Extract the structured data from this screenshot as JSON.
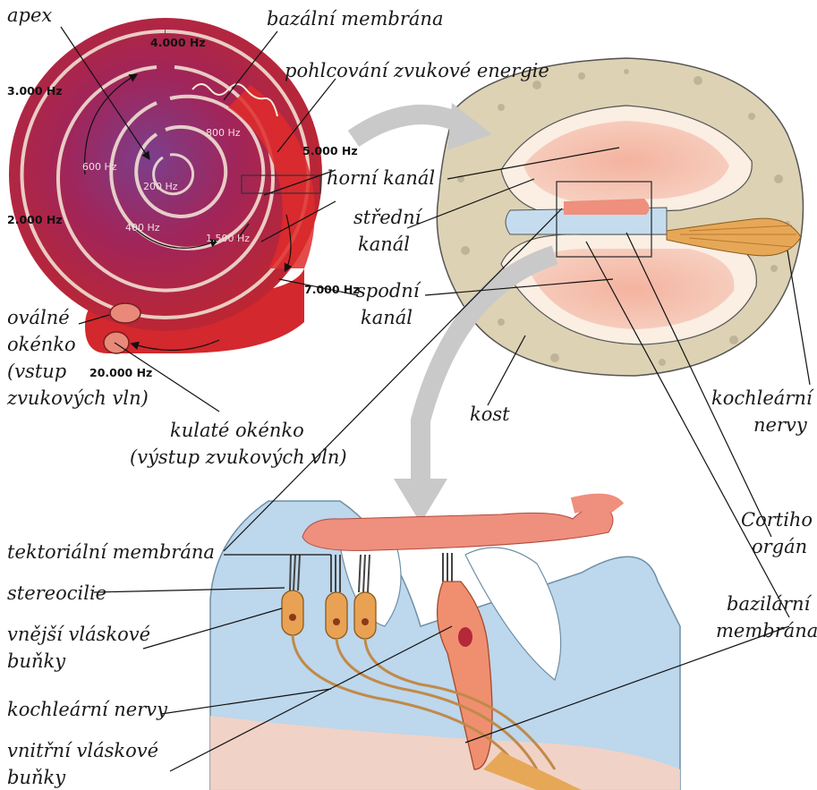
{
  "labels": {
    "apex": "apex",
    "bazalni_membrana": "bazální membrána",
    "pohlcovani": "pohlcování zvukové energie",
    "horni_kanal": "horní kanál",
    "stredni_kanal_1": "střední",
    "stredni_kanal_2": "kanál",
    "spodni_kanal_1": "spodní",
    "spodni_kanal_2": "kanál",
    "ovalne_1": "oválné",
    "ovalne_2": "okénko",
    "ovalne_3": "(vstup",
    "ovalne_4": "zvukových vln)",
    "kulate_1": "kulaté okénko",
    "kulate_2": "(výstup zvukových vln)",
    "kost": "kost",
    "kochlearni_nervy_right_1": "kochleární",
    "kochlearni_nervy_right_2": "nervy",
    "cortiho_1": "Cortiho",
    "cortiho_2": "orgán",
    "bazilarni_1": "bazilární",
    "bazilarni_2": "membrána",
    "tektorialni": "tektoriální membrána",
    "stereocilie": "stereocilie",
    "vnejsi_1": "vnější vláskové",
    "vnejsi_2": "buňky",
    "kochlearni_nervy_bottom": "kochleární nervy",
    "vnitrni_1": "vnitřní vláskové",
    "vnitrni_2": "buňky"
  },
  "frequencies": {
    "outer": [
      "4.000 Hz",
      "3.000 Hz",
      "5.000 Hz",
      "2.000 Hz",
      "7.000 Hz",
      "20.000 Hz"
    ],
    "inner": [
      "800 Hz",
      "600 Hz",
      "200 Hz",
      "400 Hz",
      "1.500 Hz"
    ]
  },
  "colors": {
    "spiral_outer": "#c0262d",
    "spiral_mid": "#a8234a",
    "spiral_inner": "#8a3f8f",
    "bone": "#ddd2b4",
    "canal_pink": "#f2b7a4",
    "cell_blue": "#c5dcee",
    "nerve": "#e6a857",
    "arrow_grey": "#c9c9c9"
  }
}
